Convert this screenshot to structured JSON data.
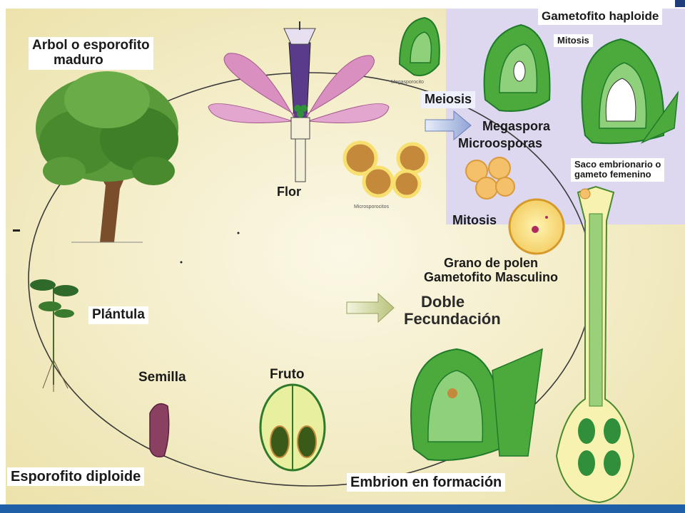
{
  "labels": {
    "arbol_line1": "Arbol o esporofito",
    "arbol_line2": "maduro",
    "flor": "Flor",
    "meiosis": "Meiosis",
    "megaspora": "Megaspora",
    "microsporas": "Microosporas",
    "mitosis_right": "Mitosis",
    "grano_line1": "Grano de polen",
    "grano_line2": "Gametofito Masculino",
    "gametofito_haploide": "Gametofito haploide",
    "mitosis_top": "Mitosis",
    "saco_line1": "Saco embrionario o",
    "saco_line2": "gameto femenino",
    "doble_line1": "Doble",
    "doble_line2": "Fecundación",
    "plantula": "Plántula",
    "semilla": "Semilla",
    "fruto": "Fruto",
    "esporofito_diploide": "Esporofito diploide",
    "embrion": "Embrion en formación",
    "microsporocitos_tiny": "Microsporocitos",
    "megasporocito_tiny": "Megasporocito"
  },
  "colors": {
    "bg_cream": "#f7f2cf",
    "bg_violet": "#ddd8f0",
    "leaf_green": "#4caa3c",
    "leaf_dark": "#1f7a2a",
    "petal_pink": "#d98fc0",
    "accent_blue": "#1f5fa8"
  },
  "icons": [
    "tree-icon",
    "flower-icon",
    "seedling-icon",
    "seed-icon",
    "fruit-icon",
    "ovule-icon",
    "pollen-grain-icon",
    "pistil-icon",
    "arrow-icon"
  ]
}
